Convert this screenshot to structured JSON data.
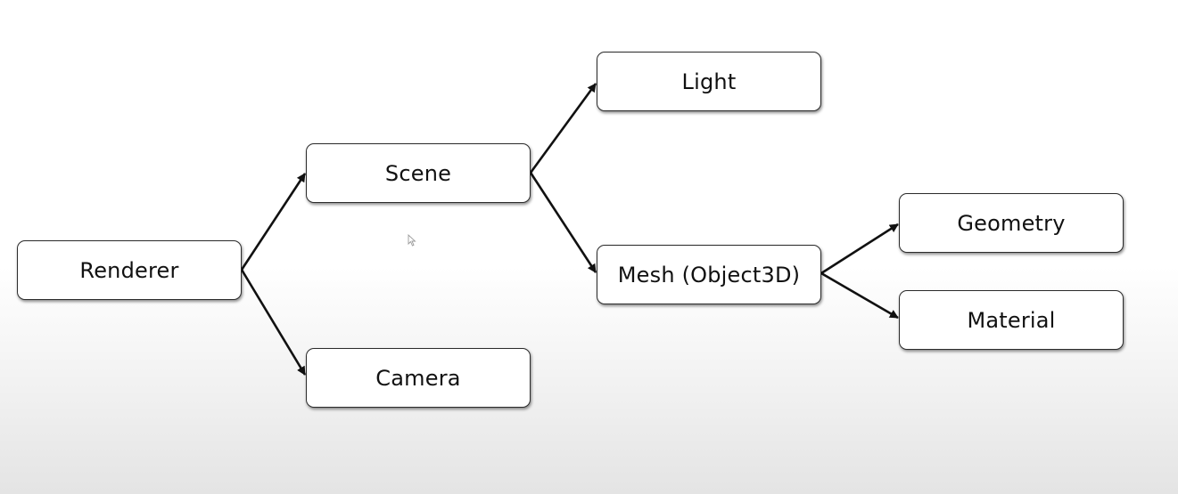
{
  "diagram": {
    "nodes": {
      "renderer": "Renderer",
      "scene": "Scene",
      "camera": "Camera",
      "light": "Light",
      "mesh": "Mesh (Object3D)",
      "geometry": "Geometry",
      "material": "Material"
    },
    "edges": [
      {
        "from": "Renderer",
        "to": "Scene"
      },
      {
        "from": "Renderer",
        "to": "Camera"
      },
      {
        "from": "Scene",
        "to": "Light"
      },
      {
        "from": "Scene",
        "to": "Mesh (Object3D)"
      },
      {
        "from": "Mesh (Object3D)",
        "to": "Geometry"
      },
      {
        "from": "Mesh (Object3D)",
        "to": "Material"
      }
    ],
    "colors": {
      "stroke": "#111111",
      "node_fill": "#ffffff",
      "text": "#111111"
    }
  }
}
